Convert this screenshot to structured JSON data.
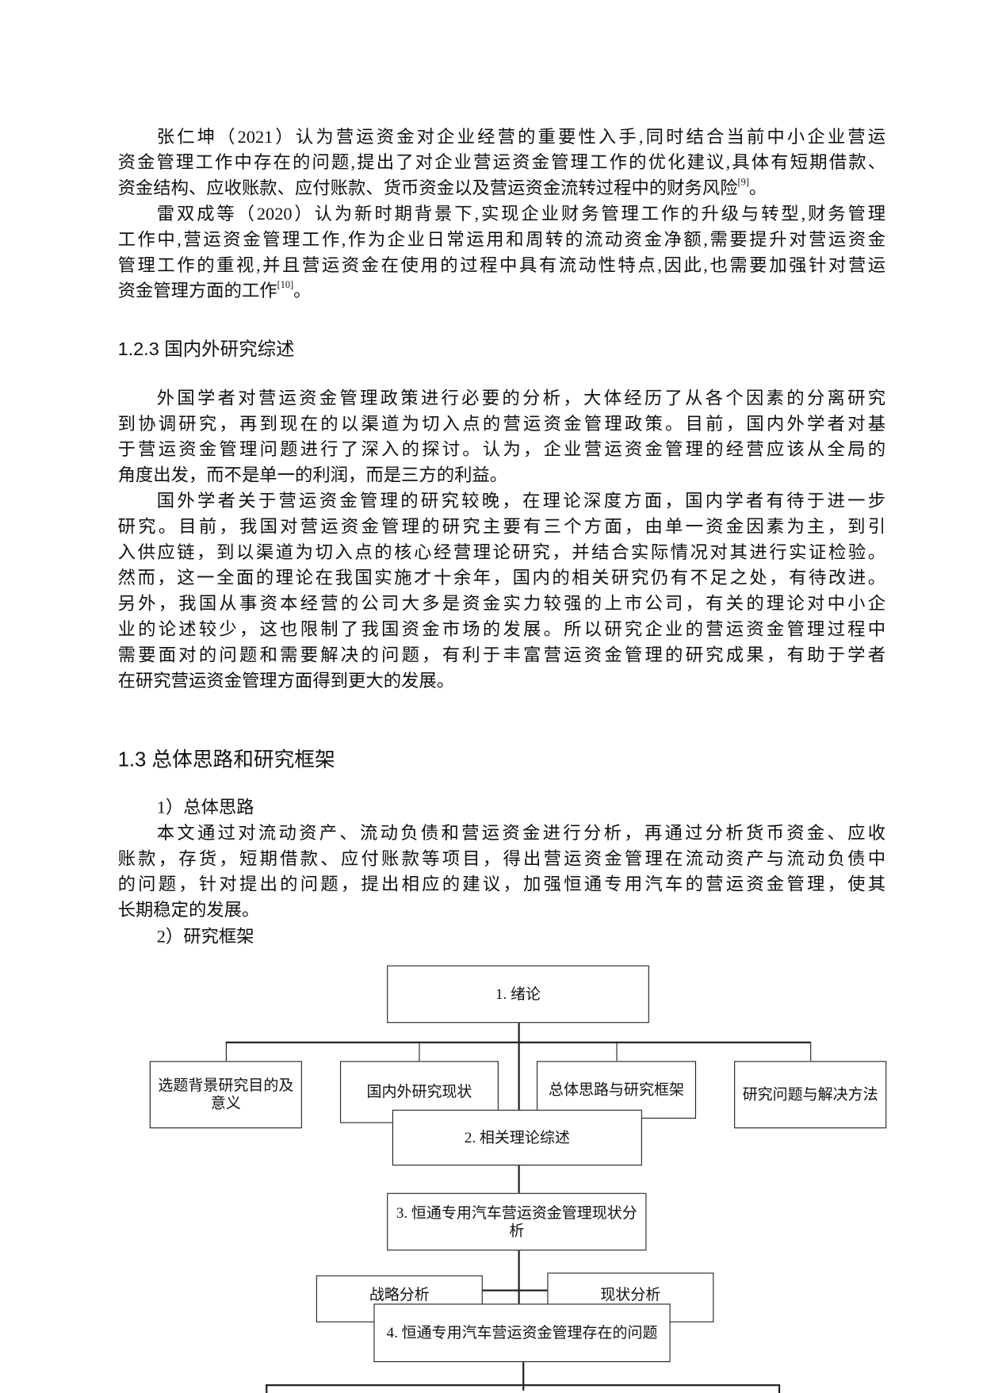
{
  "paragraphs_top": [
    {
      "lines": [
        "张仁坤（2021）认为营运资金对企业经营的重要性入手,同时结合当前中小企业营运",
        "资金管理工作中存在的问题,提出了对企业营运资金管理工作的优化建议,具体有短期借款、",
        "资金结构、应收账款、应付账款、货币资金以及营运资金流转过程中的财务风险"
      ],
      "ref": "[9]",
      "tail": "。"
    },
    {
      "lines": [
        "雷双成等（2020）认为新时期背景下,实现企业财务管理工作的升级与转型,财务管理",
        "工作中,营运资金管理工作,作为企业日常运用和周转的流动资金净额,需要提升对营运资金",
        "管理工作的重视,并且营运资金在使用的过程中具有流动性特点,因此,也需要加强针对营运",
        "资金管理方面的工作"
      ],
      "ref": "[10]",
      "tail": "。"
    }
  ],
  "heading_123": "1.2.3  国内外研究综述",
  "paragraphs_mid": [
    {
      "lines": [
        "外国学者对营运资金管理政策进行必要的分析，大体经历了从各个因素的分离研究",
        "到协调研究，再到现在的以渠道为切入点的营运资金管理政策。目前，国内外学者对基",
        "于营运资金管理问题进行了深入的探讨。认为，企业营运资金管理的经营应该从全局的",
        "角度出发，而不是单一的利润，而是三方的利益。"
      ]
    },
    {
      "lines": [
        "国外学者关于营运资金管理的研究较晚，在理论深度方面，国内学者有待于进一步",
        "研究。目前，我国对营运资金管理的研究主要有三个方面，由单一资金因素为主，到引",
        "入供应链，到以渠道为切入点的核心经营理论研究，并结合实际情况对其进行实证检验。",
        "然而，这一全面的理论在我国实施才十余年，国内的相关研究仍有不足之处，有待改进。",
        "另外，我国从事资本经营的公司大多是资金实力较强的上市公司，有关的理论对中小企",
        "业的论述较少，这也限制了我国资金市场的发展。所以研究企业的营运资金管理过程中",
        "需要面对的问题和需要解决的问题，有利于丰富营运资金管理的研究成果，有助于学者",
        "在研究营运资金管理方面得到更大的发展。"
      ]
    }
  ],
  "heading_13": "1.3  总体思路和研究框架",
  "item1_label": "1）总体思路",
  "paragraph_idea": {
    "lines": [
      "本文通过对流动资产、流动负债和营运资金进行分析，再通过分析货币资金、应收",
      "账款，存货，短期借款、应付账款等项目，得出营运资金管理在流动资产与流动负债中",
      "的问题，针对提出的问题，提出相应的建议，加强恒通专用汽车的营运资金管理，使其",
      "长期稳定的发展。"
    ]
  },
  "item2_label": "2）研究框架",
  "diagram": {
    "box1": "1. 绪论",
    "sub": [
      "选题背景研究目的及意义",
      "国内外研究现状",
      "总体思路与研究框架",
      "研究问题与解决方法"
    ],
    "box2": "2. 相关理论综述",
    "box3": "3. 恒通专用汽车营运资金管理现状分析",
    "side_left": "战略分析",
    "side_right": "现状分析",
    "box4": "4. 恒通专用汽车营运资金管理存在的问题"
  }
}
